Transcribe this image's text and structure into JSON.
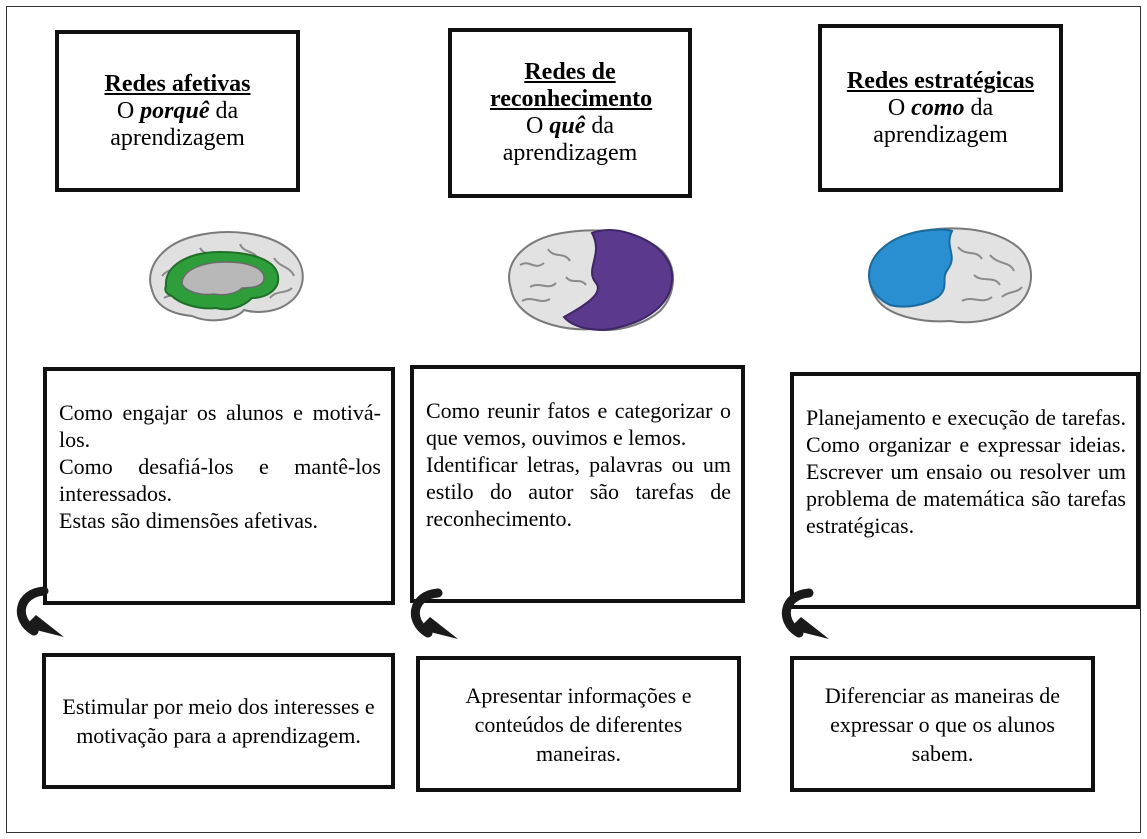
{
  "columns": [
    {
      "title": "Redes afetivas",
      "subtitle_pre": "O ",
      "subtitle_em": "porquê",
      "subtitle_post": " da",
      "subtitle_line2": "aprendizagem",
      "brain_icon": "brain-limbic-icon",
      "brain_color": "#2e9e3a",
      "description": [
        "Como engajar os alunos e motivá-los.",
        "Como desafiá-los e mantê-los interessados.",
        "Estas são dimensões afetivas."
      ],
      "outcome": "Estimular por meio dos interesses e motivação para a aprendizagem."
    },
    {
      "title": "Redes de reconhecimento",
      "subtitle_pre": "O ",
      "subtitle_em": "quê",
      "subtitle_post": " da",
      "subtitle_line2": "aprendizagem",
      "brain_icon": "brain-posterior-icon",
      "brain_color": "#5b3a8e",
      "description": [
        "Como reunir fatos e categorizar o que vemos, ouvimos e lemos.",
        "Identificar letras, palavras ou um estilo do autor são tarefas de reconhecimento."
      ],
      "outcome": "Apresentar informações e conteúdos de diferentes maneiras."
    },
    {
      "title": "Redes estratégicas",
      "subtitle_pre": "O ",
      "subtitle_em": "como",
      "subtitle_post": " da",
      "subtitle_line2": "aprendizagem",
      "brain_icon": "brain-frontal-icon",
      "brain_color": "#2a8fd0",
      "description": [
        "Planejamento e execução de tarefas. Como organizar e expressar ideias. Escrever um ensaio ou resolver um problema de matemática são tarefas estratégicas."
      ],
      "outcome": "Diferenciar as maneiras de expressar o que os alunos sabem."
    }
  ]
}
